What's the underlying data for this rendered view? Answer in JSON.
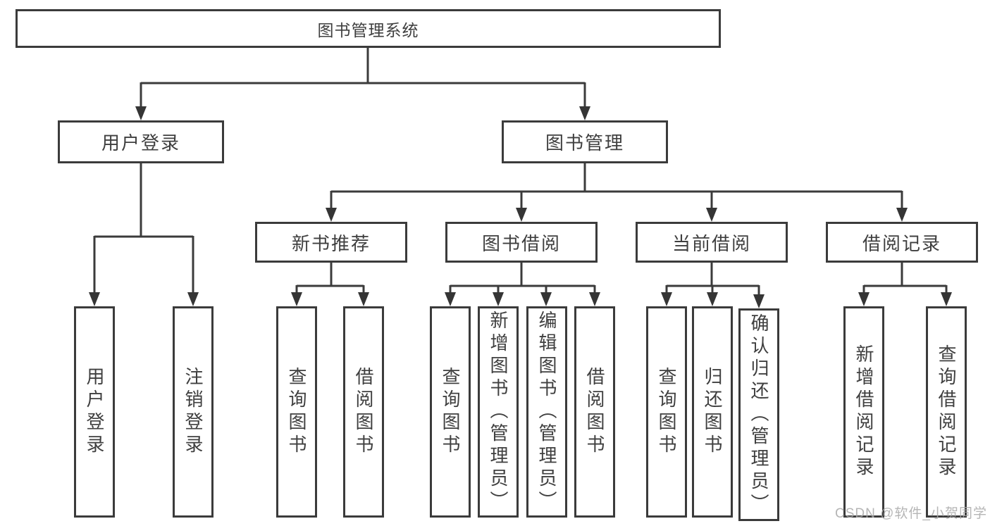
{
  "root": {
    "label": "图书管理系统"
  },
  "branches": [
    {
      "label": "用户登录",
      "leaves": [
        {
          "label": "用户登录"
        },
        {
          "label": "注销登录"
        }
      ]
    },
    {
      "label": "图书管理",
      "groups": [
        {
          "label": "新书推荐",
          "leaves": [
            {
              "label": "查询图书"
            },
            {
              "label": "借阅图书"
            }
          ]
        },
        {
          "label": "图书借阅",
          "leaves": [
            {
              "label": "查询图书"
            },
            {
              "label": "新增图书（管理员）"
            },
            {
              "label": "编辑图书（管理员）"
            },
            {
              "label": "借阅图书"
            }
          ]
        },
        {
          "label": "当前借阅",
          "leaves": [
            {
              "label": "查询图书"
            },
            {
              "label": "归还图书"
            },
            {
              "label": "确认归还（管理员）"
            }
          ]
        },
        {
          "label": "借阅记录",
          "leaves": [
            {
              "label": "新增借阅记录"
            },
            {
              "label": "查询借阅记录"
            }
          ]
        }
      ]
    }
  ],
  "watermark": {
    "text": "CSDN @软件_小贺同学"
  },
  "colors": {
    "line": "#3b3b3b",
    "text": "#3f3f3f",
    "watermark": "#a9a9a9"
  }
}
